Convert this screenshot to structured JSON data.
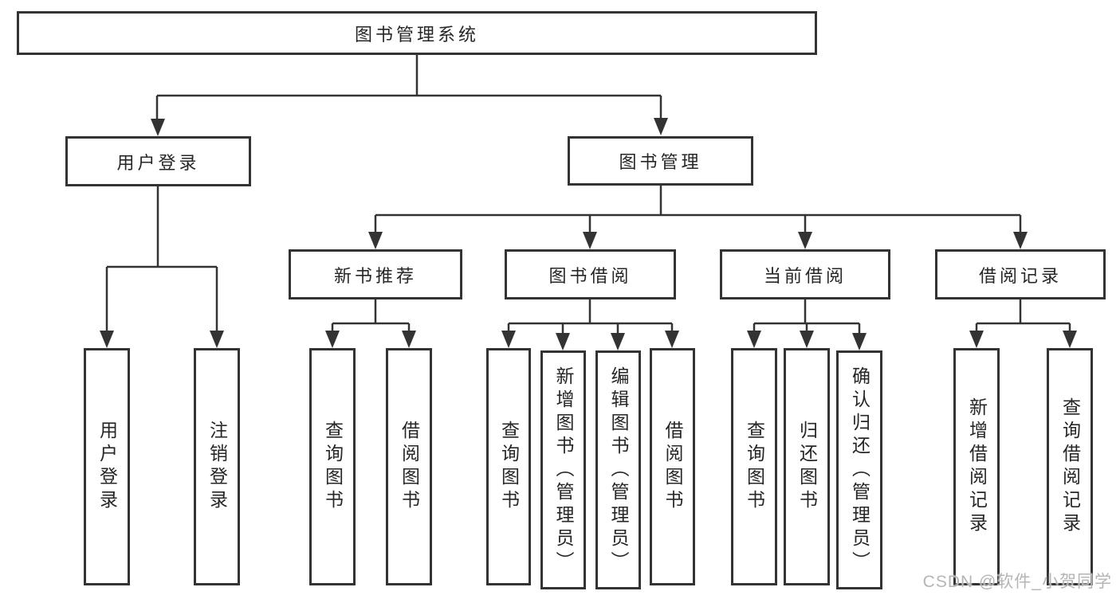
{
  "colors": {
    "line": "#333333",
    "text": "#262626",
    "background": "#ffffff",
    "watermark": "#b5b5b5"
  },
  "watermark": {
    "text": "CSDN @软件_小贺同学"
  },
  "tree": {
    "label": "图书管理系统",
    "children": [
      {
        "label": "用户登录",
        "children": [
          {
            "label": "用户登录"
          },
          {
            "label": "注销登录"
          }
        ]
      },
      {
        "label": "图书管理",
        "children": [
          {
            "label": "新书推荐",
            "children": [
              {
                "label": "查询图书"
              },
              {
                "label": "借阅图书"
              }
            ]
          },
          {
            "label": "图书借阅",
            "children": [
              {
                "label": "查询图书"
              },
              {
                "label": "新增图书（管理员）"
              },
              {
                "label": "编辑图书（管理员）"
              },
              {
                "label": "借阅图书"
              }
            ]
          },
          {
            "label": "当前借阅",
            "children": [
              {
                "label": "查询图书"
              },
              {
                "label": "归还图书"
              },
              {
                "label": "确认归还（管理员）"
              }
            ]
          },
          {
            "label": "借阅记录",
            "children": [
              {
                "label": "新增借阅记录"
              },
              {
                "label": "查询借阅记录"
              }
            ]
          }
        ]
      }
    ]
  }
}
